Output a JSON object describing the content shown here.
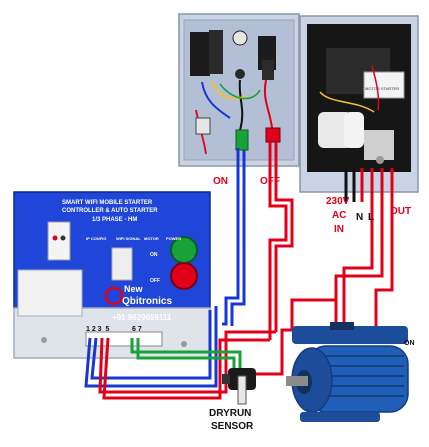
{
  "labels": {
    "on": "ON",
    "off": "OFF",
    "supply_voltage": "230V",
    "supply_type": "AC",
    "supply_in": "IN",
    "neutral": "N",
    "line": "L",
    "out": "OUT",
    "dryrun_line1": "DRYRUN",
    "dryrun_line2": "SENSOR",
    "motor_on": "ON"
  },
  "controller": {
    "title_line1": "SMART WIFI MOBILE STARTER",
    "title_line2": "CONTROLLER & AUTO STARTER",
    "title_line3": "1/3 PHASE - HM",
    "indicator_labels": [
      "IP CONFIG",
      "WIFI SIGNAL",
      "MOTOR",
      "POWER"
    ],
    "on_label": "ON",
    "off_label": "OFF",
    "brand_new": "New",
    "brand_name": "Qbitronics",
    "phone": "+91 9629659111",
    "terminals_left": "1 2 3  5",
    "terminals_right": "6 7"
  },
  "contactor_label": "MOTOR STARTER",
  "colors": {
    "wire_red": "#e1001a",
    "wire_blue": "#1736d6",
    "wire_green": "#17a33a",
    "wire_black": "#111111",
    "panel_blue": "#1e40c8",
    "motor_blue": "#1f5fb8",
    "box_grey": "#b8c4d8"
  }
}
